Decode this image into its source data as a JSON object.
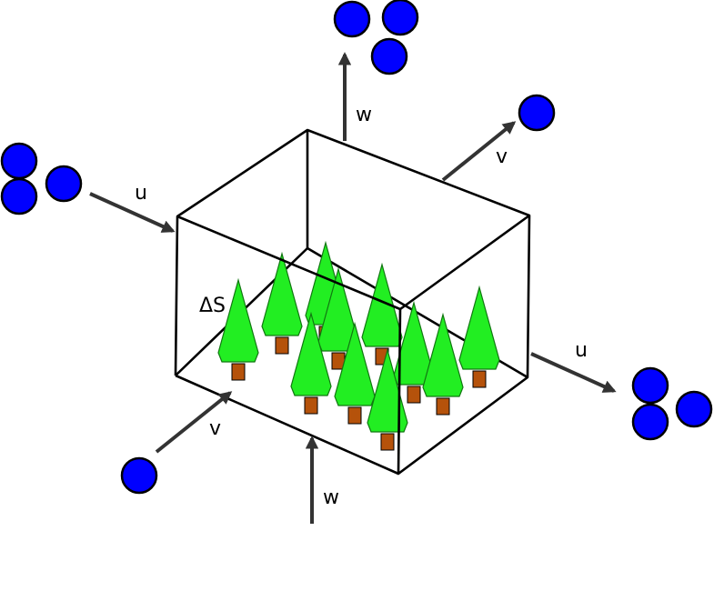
{
  "colors": {
    "particle": "#0000ff",
    "particle_stroke": "#000000",
    "box_stroke": "#000000",
    "arrow": "#333333",
    "tree_crown": "#22ee22",
    "tree_crown_stroke": "#117711",
    "tree_trunk": "#b5520b"
  },
  "icons": {
    "particle": "blue-circle",
    "tree": "conifer-tree",
    "arrow": "flux-arrow"
  },
  "labels": {
    "storage": "ΔS",
    "u_in": "u",
    "u_out": "u",
    "v_in": "v",
    "v_out": "v",
    "w_in": "w",
    "w_out": "w"
  }
}
